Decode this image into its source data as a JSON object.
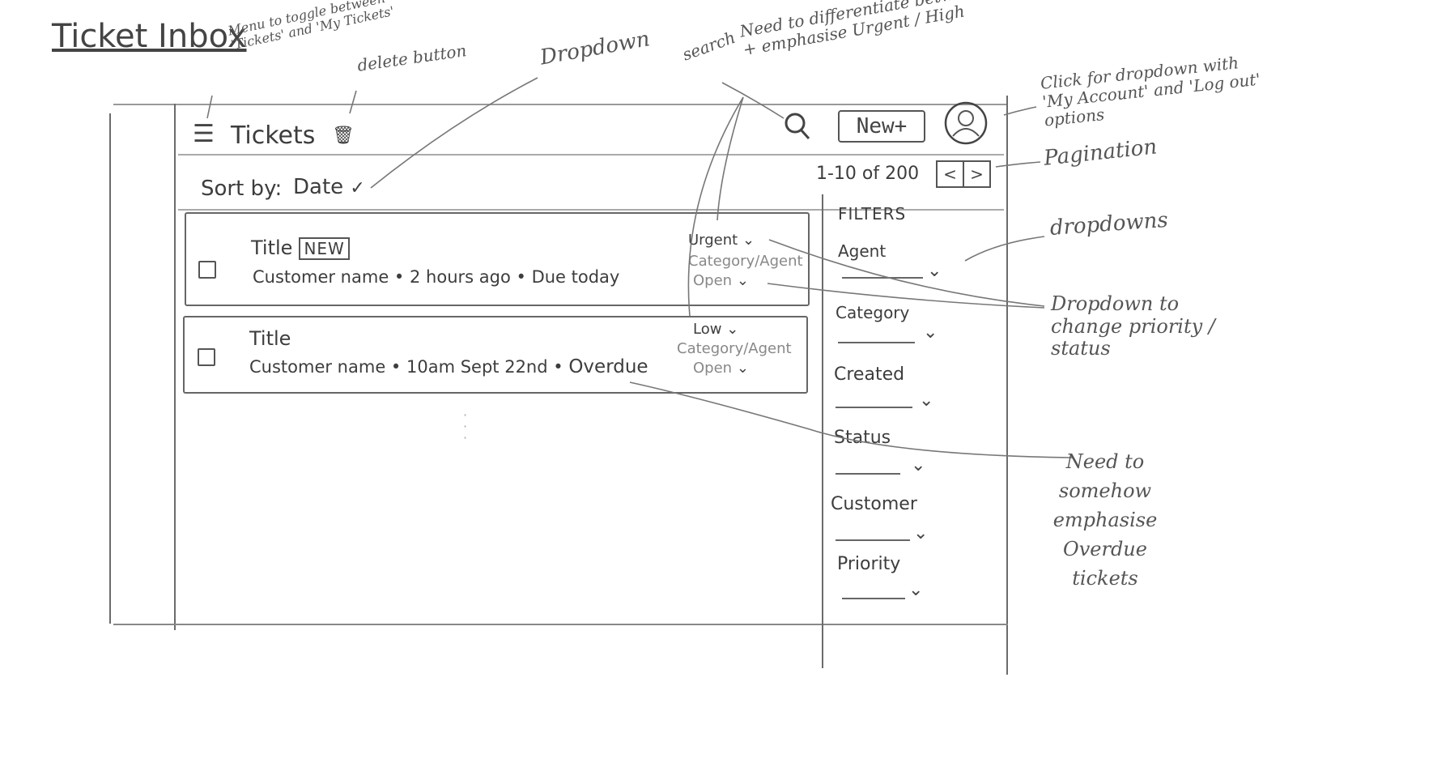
{
  "sketch_title": "Ticket Inbox",
  "header": {
    "menu_icon": "hamburger-icon",
    "title": "Tickets",
    "delete_icon": "trash-icon",
    "search_icon": "search-icon",
    "new_label": "New+",
    "avatar_icon": "user-avatar-icon"
  },
  "toolbar": {
    "sort_label": "Sort by:",
    "sort_value": "Date",
    "pagination_text": "1-10 of 200",
    "prev_label": "<",
    "next_label": ">"
  },
  "tickets": [
    {
      "title": "Title",
      "badge": "NEW",
      "customer": "Customer name",
      "time": "2 hours ago",
      "due": "Due today",
      "priority": "Urgent",
      "category_agent": "Category/Agent",
      "status": "Open"
    },
    {
      "title": "Title",
      "badge": "",
      "customer": "Customer name",
      "time": "10am Sept 22nd",
      "due": "Overdue",
      "priority": "Low",
      "category_agent": "Category/Agent",
      "status": "Open"
    }
  ],
  "filters": {
    "heading": "FILTERS",
    "items": [
      "Agent",
      "Category",
      "Created",
      "Status",
      "Customer",
      "Priority"
    ]
  },
  "annotations": {
    "menu": "Menu to toggle between 'Tickets' and 'My Tickets'",
    "delete": "delete button",
    "dropdown": "Dropdown",
    "search": "search",
    "priority": "Need to differentiate between ticket priority + emphasise Urgent / High",
    "account": "Click for dropdown with 'My Account' and 'Log out' options",
    "pagination": "Pagination",
    "dropdowns": "dropdowns",
    "change": "Dropdown to change priority / status",
    "overdue": "Need to somehow emphasise Overdue tickets"
  }
}
